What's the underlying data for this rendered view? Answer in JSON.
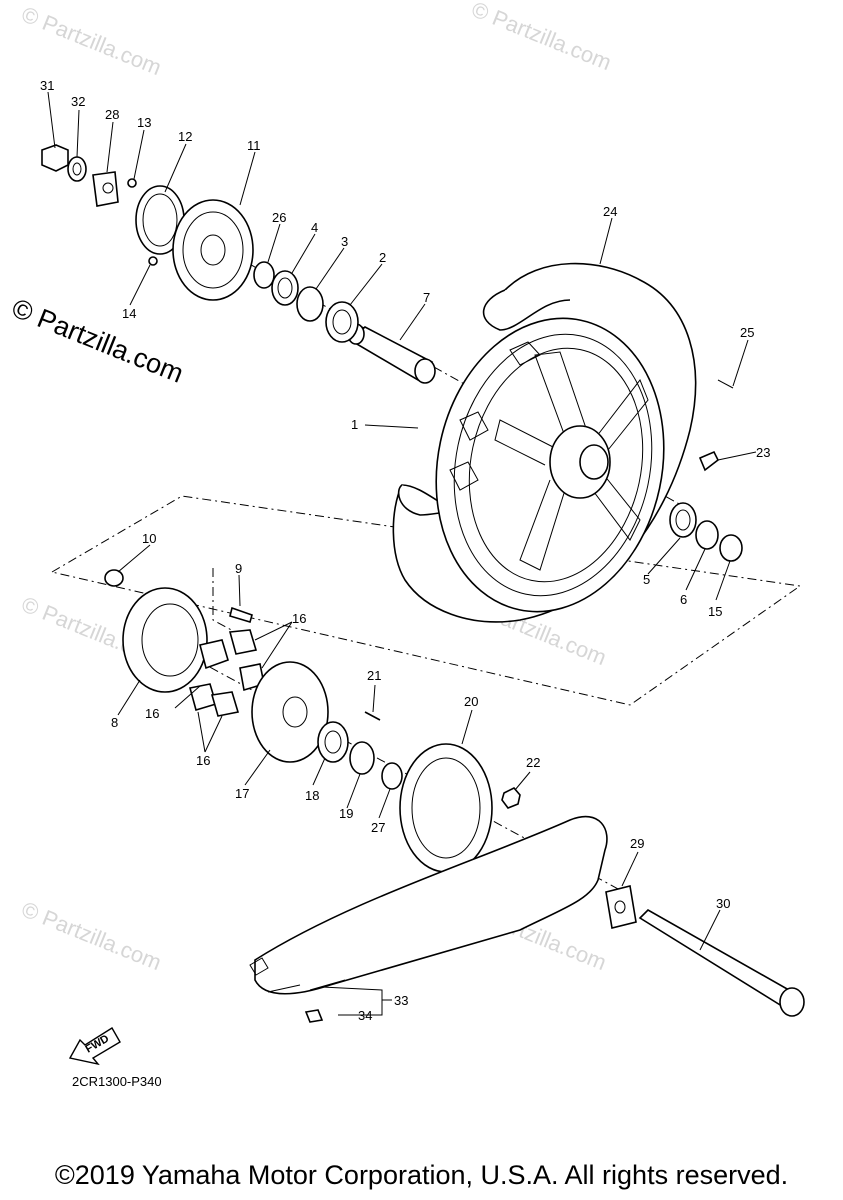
{
  "watermark": {
    "text": "© Partzilla.com"
  },
  "diagram_code": "2CR1300-P340",
  "fwd_label": "FWD",
  "copyright": "©2019 Yamaha Motor Corporation, U.S.A. All rights reserved.",
  "callouts": {
    "n1": "1",
    "n2": "2",
    "n3": "3",
    "n4": "4",
    "n5": "5",
    "n6": "6",
    "n7": "7",
    "n8": "8",
    "n9": "9",
    "n10": "10",
    "n11": "11",
    "n12": "12",
    "n13": "13",
    "n14": "14",
    "n15": "15",
    "n16a": "16",
    "n16b": "16",
    "n16c": "16",
    "n17": "17",
    "n18": "18",
    "n19": "19",
    "n20": "20",
    "n21": "21",
    "n22": "22",
    "n23": "23",
    "n24": "24",
    "n25": "25",
    "n26": "26",
    "n27": "27",
    "n28": "28",
    "n29": "29",
    "n30": "30",
    "n31": "31",
    "n32": "32",
    "n33": "33",
    "n34": "34"
  }
}
